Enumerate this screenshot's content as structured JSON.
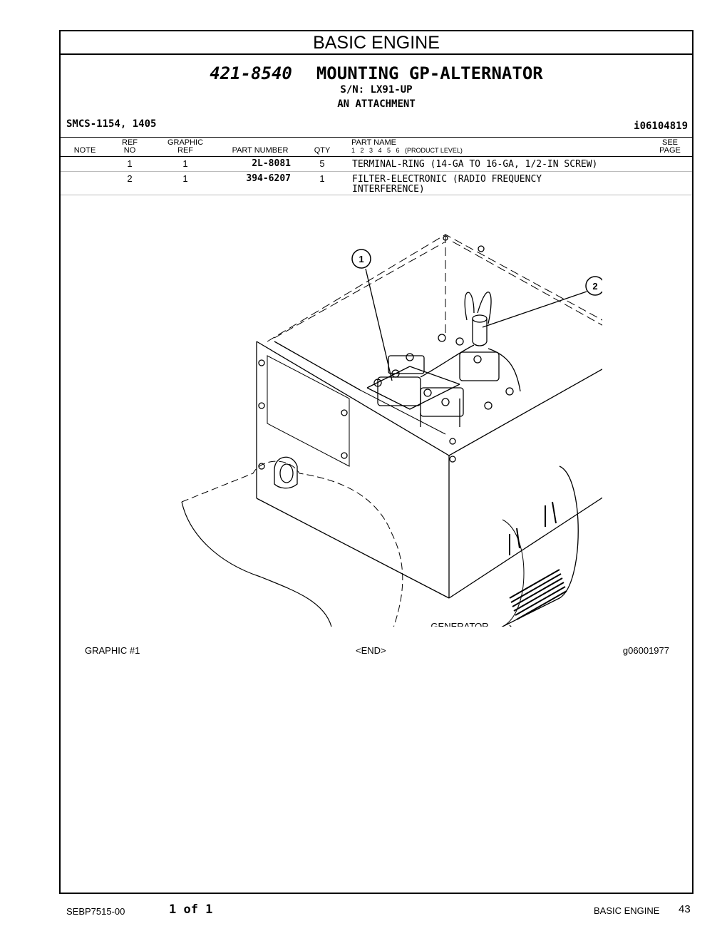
{
  "section": "BASIC ENGINE",
  "group": {
    "number": "421-8540",
    "name": "MOUNTING GP-ALTERNATOR",
    "serial": "S/N: LX91-UP",
    "note": "AN ATTACHMENT"
  },
  "smcs": "SMCS-1154, 1405",
  "doc_id": "i06104819",
  "columns": {
    "note": "NOTE",
    "ref_top": "REF",
    "ref_bottom": "NO",
    "graphic_top": "GRAPHIC",
    "graphic_bottom": "REF",
    "part_number": "PART NUMBER",
    "qty": "QTY",
    "part_name": "PART NAME",
    "levels": "1   2   3   4   5   6   (PRODUCT LEVEL)",
    "see_top": "SEE",
    "see_bottom": "PAGE"
  },
  "parts": [
    {
      "ref": "1",
      "graphic": "1",
      "part_number": "2L-8081",
      "qty": "5",
      "name": "TERMINAL-RING (14-GA TO 16-GA, 1/2-IN SCREW)",
      "name2": ""
    },
    {
      "ref": "2",
      "graphic": "1",
      "part_number": "394-6207",
      "qty": "1",
      "name": "FILTER-ELECTRONIC (RADIO FREQUENCY",
      "name2": "INTERFERENCE)"
    }
  ],
  "illustration": {
    "callout_1": "1",
    "callout_2": "2",
    "generator_label": "GENERATOR"
  },
  "graphic_label": "GRAPHIC #1",
  "end_label": "<END>",
  "graphic_id": "g06001977",
  "footer": {
    "doc_no": "SEBP7515-00",
    "page_of": "1 of 1",
    "section": "BASIC ENGINE",
    "page": "43"
  }
}
